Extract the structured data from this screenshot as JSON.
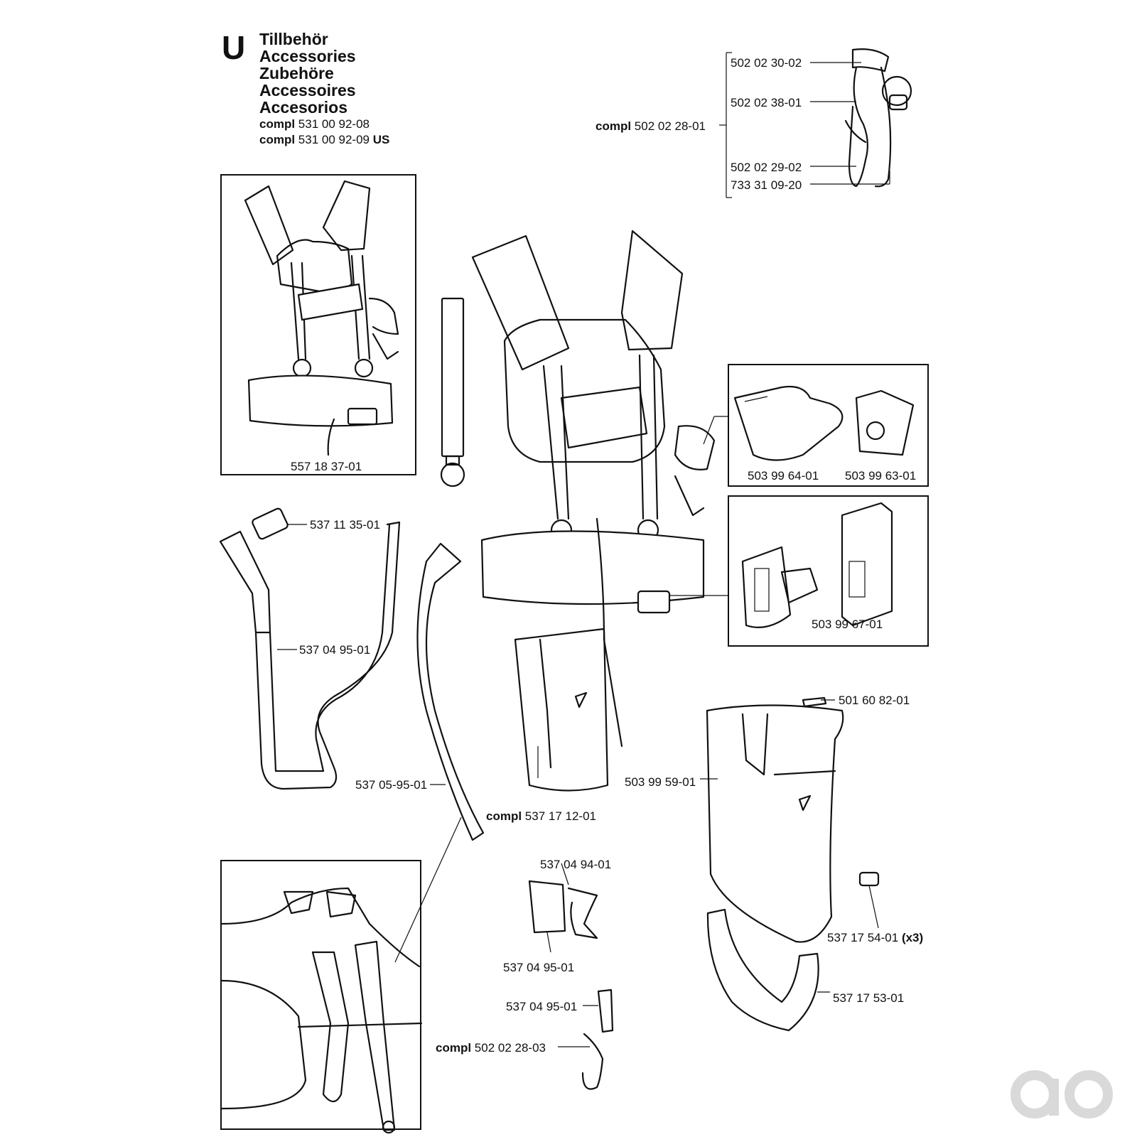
{
  "section": {
    "letter": "U",
    "titles": [
      "Tillbehör",
      "Accessories",
      "Zubehöre",
      "Accessoires",
      "Accesorios"
    ],
    "compl_word": "compl",
    "compl_1": "531 00 92-08",
    "compl_2": "531 00 92-09",
    "compl_2_suffix": "US"
  },
  "handle_group": {
    "compl_word": "compl",
    "compl_number": "502 02 28-01",
    "parts": [
      "502 02 30-02",
      "502 02 38-01",
      "502 02 29-02",
      "733 31 09-20"
    ]
  },
  "parts": {
    "harness_box": "557 18 37-01",
    "hip_pad_left": "503 99 64-01",
    "hip_pad_right": "503 99 63-01",
    "buckle_box": "503 99 67-01",
    "slide_buckle": "537 11 35-01",
    "strap_left": "537 04 95-01",
    "strap_curved": "537 05-95-01",
    "main_harness_compl": "compl",
    "main_harness": "537 17 12-01",
    "rivet": "501 60 82-01",
    "holder": "503 99 59-01",
    "clip": "537 04 94-01",
    "clip_strap": "537 04 95-01",
    "hook_strap": "537 04 95-01",
    "hook_compl": "compl",
    "hook": "502 02 28-03",
    "screw": "537 17 54-01",
    "screw_qty": "(x3)",
    "bracket": "537 17 53-01"
  },
  "colors": {
    "line": "#111111",
    "watermark": "#d9d9d9"
  },
  "watermark_icon": "brand-logo-icon"
}
